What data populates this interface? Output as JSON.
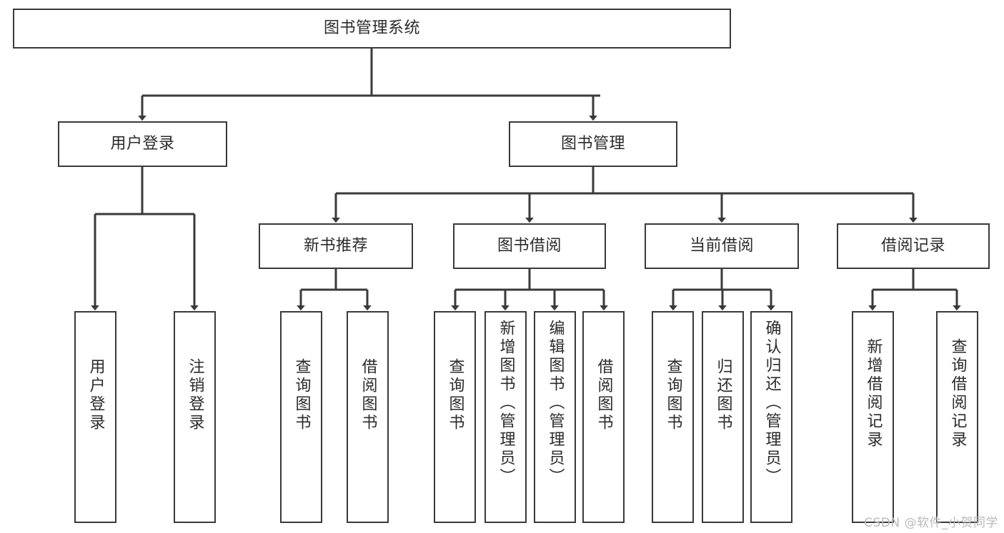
{
  "diagram": {
    "type": "tree-hierarchy",
    "title": "图书管理系统",
    "orientation": "top-down",
    "watermark": "CSDN @软件_小贺同学",
    "colors": {
      "stroke": "#3a3a3a",
      "box_fill": "#ffffff",
      "text": "#2b2b2b",
      "background": "#ffffff",
      "watermark": "#b9b9b9"
    },
    "levels": [
      {
        "level": 1,
        "nodes": [
          {
            "id": "root",
            "label": "图书管理系统",
            "text_direction": "horizontal"
          }
        ]
      },
      {
        "level": 2,
        "nodes": [
          {
            "id": "user-login",
            "label": "用户登录",
            "text_direction": "horizontal",
            "parent": "root"
          },
          {
            "id": "book-manage",
            "label": "图书管理",
            "text_direction": "horizontal",
            "parent": "root"
          }
        ]
      },
      {
        "level": 3,
        "nodes": [
          {
            "id": "new-book-recommend",
            "label": "新书推荐",
            "text_direction": "horizontal",
            "parent": "book-manage"
          },
          {
            "id": "book-borrow",
            "label": "图书借阅",
            "text_direction": "horizontal",
            "parent": "book-manage"
          },
          {
            "id": "current-borrow",
            "label": "当前借阅",
            "text_direction": "horizontal",
            "parent": "book-manage"
          },
          {
            "id": "borrow-record",
            "label": "借阅记录",
            "text_direction": "horizontal",
            "parent": "book-manage"
          }
        ]
      },
      {
        "level": 4,
        "nodes": [
          {
            "id": "leaf-user-login",
            "label": "用户登录",
            "text_direction": "vertical",
            "parent": "user-login"
          },
          {
            "id": "leaf-logout-login",
            "label": "注销登录",
            "text_direction": "vertical",
            "parent": "user-login"
          },
          {
            "id": "leaf-query-book-1",
            "label": "查询图书",
            "text_direction": "vertical",
            "parent": "new-book-recommend"
          },
          {
            "id": "leaf-borrow-book-1",
            "label": "借阅图书",
            "text_direction": "vertical",
            "parent": "new-book-recommend"
          },
          {
            "id": "leaf-query-book-2",
            "label": "查询图书",
            "text_direction": "vertical",
            "parent": "book-borrow"
          },
          {
            "id": "leaf-add-book",
            "label": "新增图书（管理员）",
            "text_direction": "vertical",
            "parent": "book-borrow"
          },
          {
            "id": "leaf-edit-book",
            "label": "编辑图书（管理员）",
            "text_direction": "vertical",
            "parent": "book-borrow"
          },
          {
            "id": "leaf-borrow-book-2",
            "label": "借阅图书",
            "text_direction": "vertical",
            "parent": "book-borrow"
          },
          {
            "id": "leaf-query-book-3",
            "label": "查询图书",
            "text_direction": "vertical",
            "parent": "current-borrow"
          },
          {
            "id": "leaf-return-book",
            "label": "归还图书",
            "text_direction": "vertical",
            "parent": "current-borrow"
          },
          {
            "id": "leaf-confirm-return",
            "label": "确认归还（管理员）",
            "text_direction": "vertical",
            "parent": "current-borrow"
          },
          {
            "id": "leaf-add-record",
            "label": "新增借阅记录",
            "text_direction": "vertical",
            "parent": "borrow-record"
          },
          {
            "id": "leaf-query-record",
            "label": "查询借阅记录",
            "text_direction": "vertical",
            "parent": "borrow-record"
          }
        ]
      }
    ]
  }
}
